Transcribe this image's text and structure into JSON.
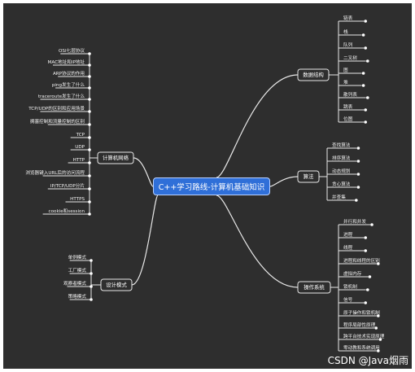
{
  "center": "C++学习路线-计算机基础知识",
  "watermark": "CSDN @Java烟雨",
  "branches": {
    "network": {
      "label": "计算机网络",
      "items": [
        "OSI七层协议",
        "MAC地址和IP地址",
        "ARP协议的作用",
        "ping发生了什么",
        "traceroute发生了什么",
        "TCP/UDP的区别和应用场景",
        "拥塞控制和流量控制的区别",
        "TCP",
        "UDP",
        "HTTP",
        "浏览器键入URL后的访问流程",
        "IP/TCP/UDP分片",
        "HTTPS",
        "cookie和session"
      ]
    },
    "design": {
      "label": "设计模式",
      "items": [
        "单例模式",
        "工厂模式",
        "观察者模式",
        "策略模式"
      ]
    },
    "ds": {
      "label": "数据结构",
      "items": [
        "链表",
        "栈",
        "队列",
        "二叉树",
        "图",
        "堆",
        "散列表",
        "跳表",
        "位图"
      ]
    },
    "algo": {
      "label": "算法",
      "items": [
        "查找算法",
        "排序算法",
        "动态规划",
        "贪心算法",
        "并查集"
      ]
    },
    "os": {
      "label": "操作系统",
      "items": [
        "并行和并发",
        "进程",
        "线程",
        "进程和线程的区别",
        "虚拟内存",
        "锁机制",
        "信号",
        "原子操作和锁机制",
        "程序局部性原理",
        "跨平台技术实现原理",
        "零动教和系统调用"
      ]
    }
  }
}
